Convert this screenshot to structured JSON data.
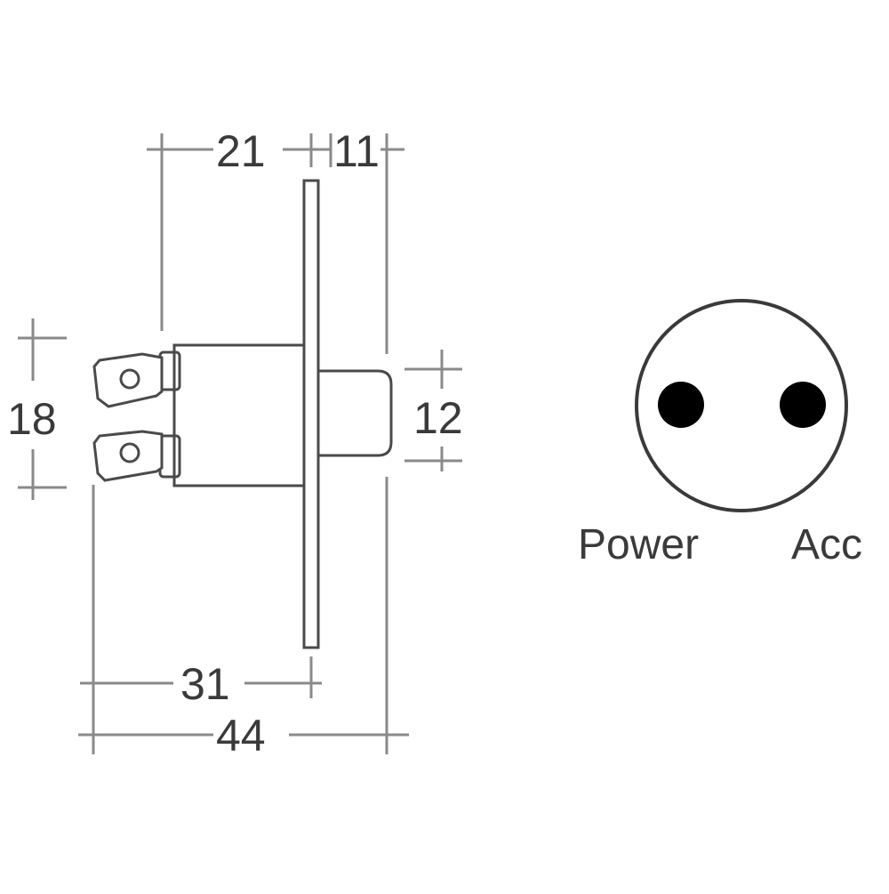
{
  "dimensions": {
    "top_left": "21",
    "top_right": "11",
    "left": "18",
    "right": "12",
    "bottom_inner": "31",
    "bottom_outer": "44"
  },
  "terminal_labels": {
    "left": "Power",
    "right": "Acc"
  },
  "colors": {
    "line": "#4a4a4a",
    "dim_line": "#8a8a8a",
    "text": "#3a3a3a",
    "fill_dot": "#000000"
  }
}
